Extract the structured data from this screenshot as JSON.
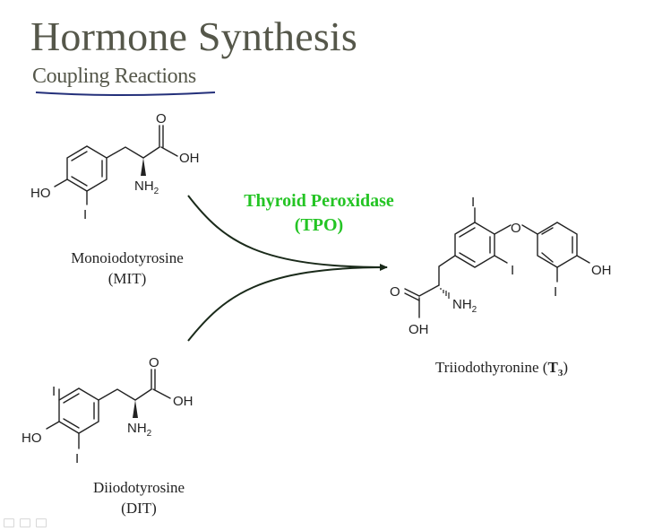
{
  "slide": {
    "title": "Hormone Synthesis",
    "subtitle": "Coupling Reactions",
    "accent_color": "#24c424",
    "title_color": "#55574a",
    "underline_color": "#24307a"
  },
  "enzyme": {
    "name": "Thyroid Peroxidase",
    "abbr": "(TPO)"
  },
  "molecules": {
    "mit": {
      "name": "Monoiodotyrosine",
      "abbr": "(MIT)",
      "atoms": {
        "ho": "HO",
        "i": "I",
        "nh2": "NH",
        "nh2_sub": "2",
        "o": "O",
        "oh": "OH"
      }
    },
    "dit": {
      "name": "Diiodotyrosine",
      "abbr": "(DIT)",
      "atoms": {
        "ho": "HO",
        "i_top": "I",
        "i_bottom": "I",
        "nh2": "NH",
        "nh2_sub": "2",
        "o": "O",
        "oh": "OH"
      }
    },
    "t3": {
      "name": "Triiodothyronine (",
      "name_bold": "T",
      "name_sub": "3",
      "name_end": ")",
      "atoms": {
        "i_top": "I",
        "i_ring1": "I",
        "i_ring2": "I",
        "o_bridge": "O",
        "oh_right": "OH",
        "o_acid": "O",
        "oh_acid": "OH",
        "nh2": "NH",
        "nh2_sub": "2"
      }
    }
  },
  "player_controls": [
    "prev-slide-icon",
    "menu-icon",
    "next-slide-icon"
  ]
}
